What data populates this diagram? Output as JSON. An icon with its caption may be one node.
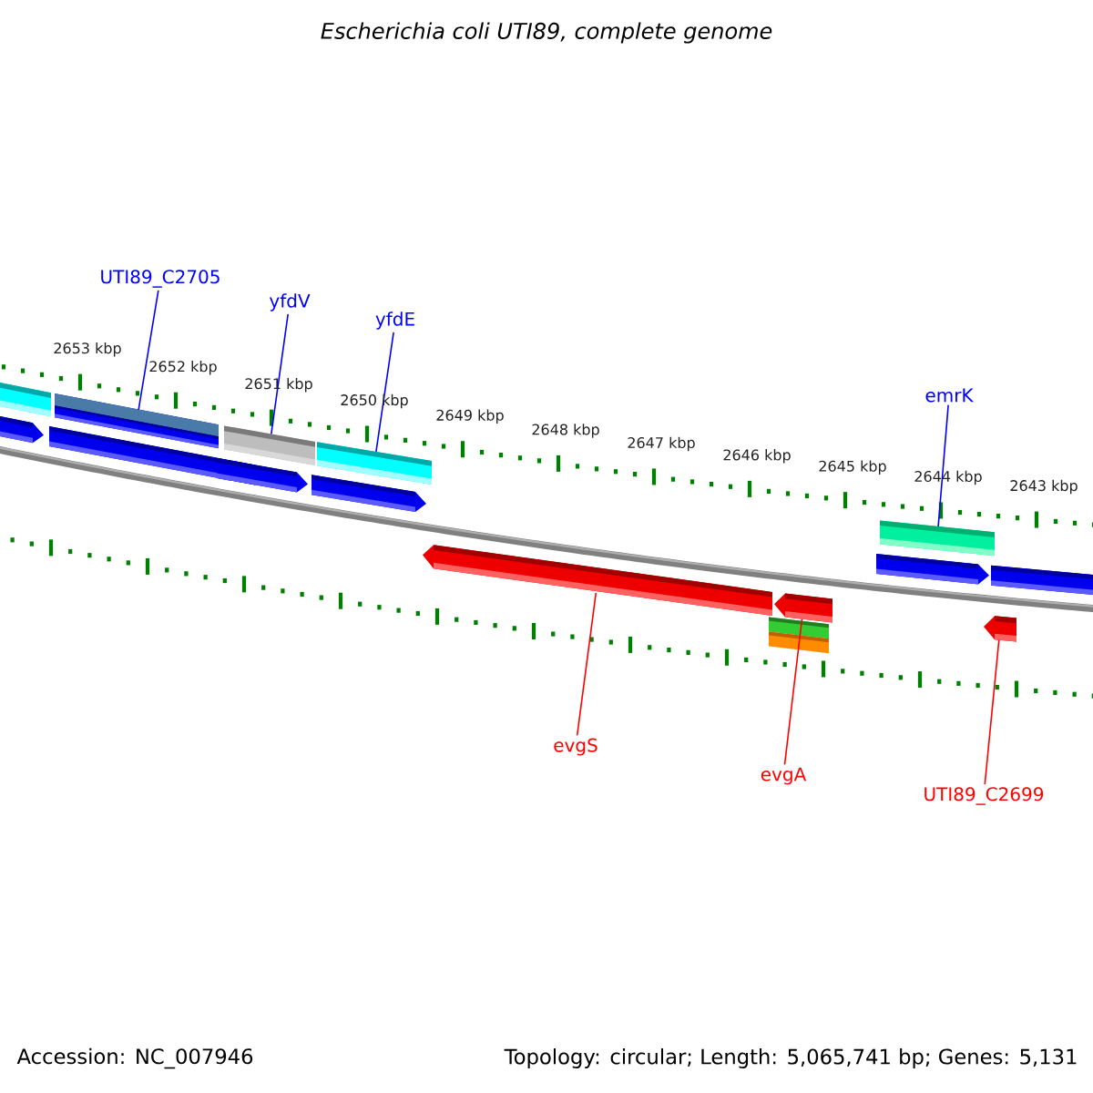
{
  "diagram": {
    "title": "Escherichia coli UTI89, complete genome",
    "nodes": [
      {
        "text": [
          "UTI89_C2705"
        ]
      },
      {
        "text": [
          "yfdV"
        ]
      },
      {
        "text": [
          "yfdE"
        ]
      },
      {
        "text": [
          "emrK"
        ]
      },
      {
        "text": [
          "evgS"
        ]
      },
      {
        "text": [
          "evgA"
        ]
      },
      {
        "text": [
          "UTI89_C2699"
        ]
      },
      {
        "text": [],
        "shape": "bar"
      },
      {
        "text": [],
        "shape": "bar"
      },
      {
        "text": [],
        "shape": "bar"
      },
      {
        "text": [],
        "shape": "bar"
      },
      {
        "text": [],
        "shape": "arrow"
      },
      {
        "text": [],
        "shape": "arrow"
      },
      {
        "text": [],
        "shape": "arrow"
      }
    ],
    "edges": [
      {
        "from": 0,
        "to": 7,
        "arrow": "none"
      },
      {
        "from": 1,
        "to": 8,
        "arrow": "none"
      },
      {
        "from": 2,
        "to": 9,
        "arrow": "none"
      },
      {
        "from": 3,
        "to": 10,
        "arrow": "none"
      },
      {
        "from": 4,
        "to": 11,
        "arrow": "none",
        "color": "#ff0000"
      },
      {
        "from": 5,
        "to": 12,
        "arrow": "none",
        "color": "#ff0000"
      },
      {
        "from": 6,
        "to": 13,
        "arrow": "none",
        "color": "#ff0000"
      }
    ],
    "labels": [
      "2653 kbp",
      "2652 kbp",
      "2651 kbp",
      "2650 kbp",
      "2649 kbp",
      "2648 kbp",
      "2647 kbp",
      "2646 kbp",
      "2645 kbp",
      "2644 kbp",
      "2643 kbp",
      "Accession: NC_007946",
      "Topology: circular; Length: 5,065,741 bp; Genes: 5,131"
    ]
  }
}
